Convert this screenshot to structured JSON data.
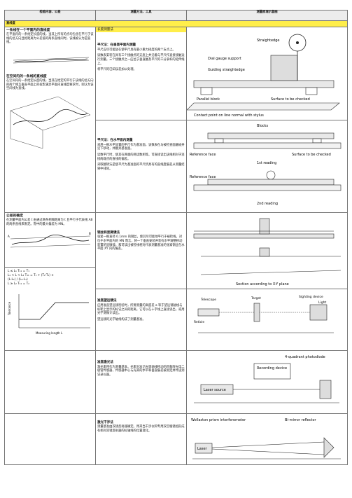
{
  "headers": {
    "col1": "检验内容、公差",
    "col2": "测量方法、工具",
    "col3": "测量原理示意图"
  },
  "section": {
    "label": "直线度"
  },
  "row1": {
    "title": "一条线在一个平面内的直线度",
    "text": "在平面内的一条给定长度的线，当其上所有的点均包含在平行于该线的总方向且相距离为公差值的两条直线间时，该线被认为是直线。",
    "method_head": "长度测量法",
    "method_title": "平尺法：在垂直平面内测量",
    "method_text1": "平尺应尽可能放在使平尺具有最小重力挠度的两个支点上。",
    "method_text2": "读数表安装在具有三个接触点的支座上并沿着与平尺作直接接触运行测量。三个接触点之一应位于垂直触及平尺的千分表杆的延伸线上。",
    "method_text3": "将平尺的已知误差加以处理。",
    "labels": {
      "straightedge": "Straightedge",
      "dial_gauge": "Dial gauge support",
      "guiding": "Guiding straightedge",
      "parallel": "Parallel block",
      "surface": "Surface to be checked",
      "contact": "Contact point on line normal with stylus"
    }
  },
  "row2": {
    "title": "在空间内的一条线的直线度",
    "text": "在空间内的一条给定长度的线，当其在给定的平行于该线的总方向的两个相互垂直平面上的投影满足平面内直线度要求时，则认为该空间线为直线。",
    "method_title": "平尺法：在水平面内测量",
    "method_text1": "采用一根水平放置的平尺作为基准面，该数表在与被检查面触碰并沿下移动，并翻关基准面。",
    "method_text2": "读数平尺时，使其在两端的两读数相等。可直接读出该线相对于连接两端点的直线的偏差。",
    "method_text3": "采取翻转法是使平尺为基准面的平尺所具有的直线度偏差从测量结果中排除。",
    "labels": {
      "blocks": "Blocks",
      "reference": "Reference face",
      "surface": "Surface to be checked",
      "first": "1st reading",
      "reference2": "Reference face",
      "second": "2nd reading"
    }
  },
  "row3": {
    "title": "公差的确定",
    "text": "在测量平面内公差 t 由通过两条相隔距离为 t 且平行于代表线 AB 的两条直线来限定。而中的最大偏差为 MN。",
    "method_title": "钢丝和显微镜法",
    "method_text": "张紧一根直径 0.1mm 的钢丝，使其尽可能地平行于被检线。对位于水平面内的 MN 而言，将一个垂直安装并装有水平调整移动装置的显微镜，和可读出被检线相对代表测量基准的张紧钢丝在水平面 XY 内的偏差。",
    "labels": {
      "sec": "Section according to X-Y plane"
    }
  },
  "row4": {
    "formula1": "L ≤ L₁        T₁₁ = T₁",
    "formula2": "L₁ < L < L₂   T₁₁ = T₁ + (T₂-T₁) ×",
    "formula3": "               (L-L₁) / (L₂-L₁)",
    "formula4": "L ≥ L₂        T₁₁ = T₂",
    "axis_y": "Tolerance",
    "axis_x": "Measuring length L",
    "method_title": "准直望远镜法",
    "method_text1": "应用准直望远镜检验时，所要测量的高度差 a 等于望远镜轴线与标靶上显示的标记之间的距离。它可以在十字线上直接读出，或用光学测微计读出。",
    "method_text2": "望远镜的光学轴线构成了测量基准。",
    "labels": {
      "telescope": "Telescope",
      "target": "Target",
      "sighting": "Sighting device",
      "light": "Light",
      "reticle": "Reticle"
    }
  },
  "row5": {
    "method_title": "准直激光法",
    "method_text": "激光束用作为测量基准。光束对准沿光束轴线移动的四象限光电二极管传感器，传感器中心与光束的水平和垂直偏差被测定并传送到记录仪器。",
    "labels": {
      "photodiode": "4-quadrant photodiode",
      "recording": "Recording device",
      "laser": "Laser source"
    }
  },
  "row6": {
    "method_title": "激光干涉法",
    "method_text": "测量基准由双镜反射器确定。用来当干涉仪和专用双空棱镜组形成有相对双镜反射器的标轴线的位置变化。",
    "labels": {
      "wollaston": "Wollaston prism interferometer",
      "bimirror": "Bi-mirror reflector",
      "laser": "Laser"
    }
  }
}
